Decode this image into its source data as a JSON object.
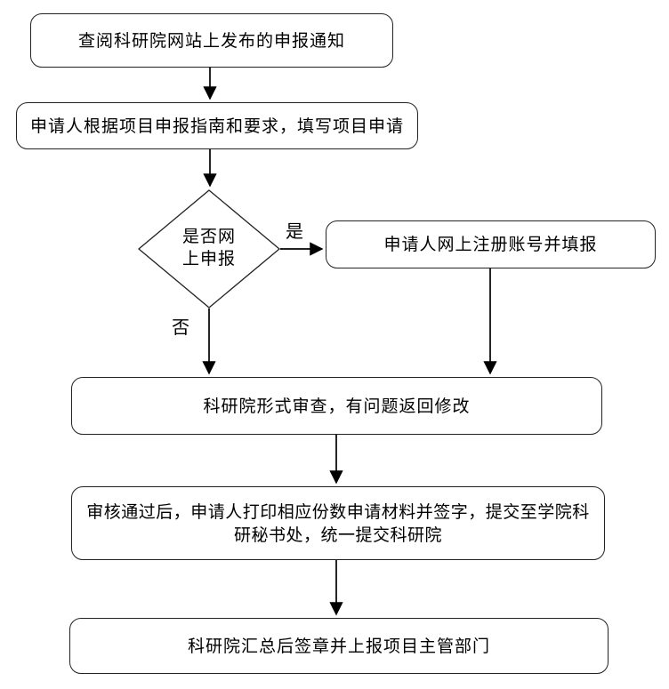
{
  "flowchart": {
    "background_color": "#ffffff",
    "line_color": "#000000",
    "text_color": "#000000",
    "nodes": {
      "notice": {
        "type": "rounded-rect",
        "label": "查阅科研院网站上发布的申报通知"
      },
      "fill": {
        "type": "rounded-rect",
        "label": "申请人根据项目申报指南和要求，填写项目申请"
      },
      "decision": {
        "type": "diamond",
        "label": "是否网上申报"
      },
      "register": {
        "type": "rounded-rect",
        "label": "申请人网上注册账号并填报"
      },
      "review": {
        "type": "rounded-rect",
        "label": "科研院形式审查，有问题返回修改"
      },
      "print": {
        "type": "rounded-rect",
        "label": "审核通过后，申请人打印相应份数申请材料并签字，提交至学院科研秘书处，统一提交科研院"
      },
      "report": {
        "type": "rounded-rect",
        "label": "科研院汇总后签章并上报项目主管部门"
      }
    },
    "edge_labels": {
      "yes": "是",
      "no": "否"
    }
  }
}
